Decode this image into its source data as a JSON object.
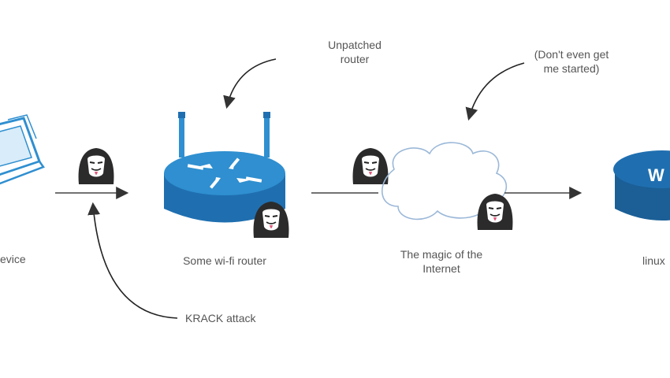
{
  "diagram": {
    "nodes": {
      "device": {
        "label": "evice"
      },
      "router": {
        "label": "Some wi-fi router"
      },
      "internet": {
        "label_line1": "The magic of the",
        "label_line2": "Internet"
      },
      "server": {
        "label": "linux",
        "badge": "W"
      }
    },
    "annotations": {
      "unpatched_line1": "Unpatched",
      "unpatched_line2": "router",
      "dont_line1": "(Don't even get",
      "dont_line2": "me started)",
      "krack": "KRACK attack"
    },
    "colors": {
      "router_blue": "#2f8fd0",
      "router_dark": "#1f6fb0",
      "server_blue": "#1b5f96",
      "cloud_stroke": "#9bb8d8",
      "hacker_dark": "#2b2b2b",
      "line": "#444444"
    }
  }
}
